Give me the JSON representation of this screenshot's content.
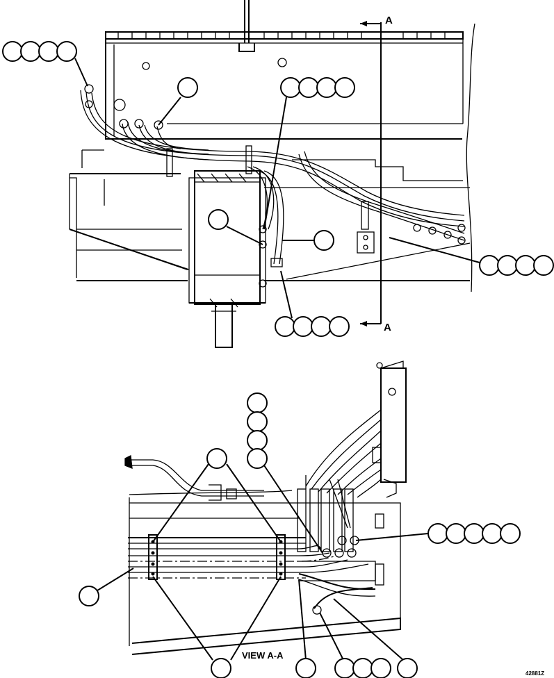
{
  "section_marker_top": "A",
  "section_marker_bottom": "A",
  "view_caption": "VIEW A-A",
  "drawing_number": "42881Z"
}
